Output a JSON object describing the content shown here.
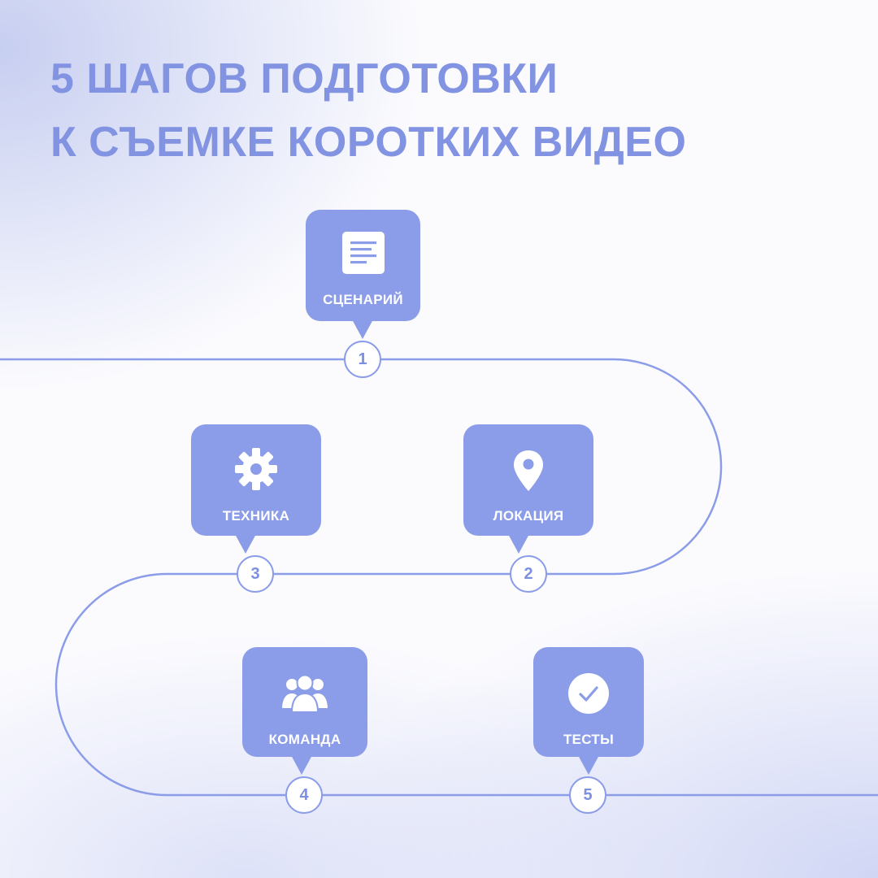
{
  "title": {
    "line1": "5 ШАГОВ ПОДГОТОВКИ",
    "line2": "К СЪЕМКЕ КОРОТКИХ ВИДЕО"
  },
  "colors": {
    "accent": "#8b9ce8",
    "title": "#8293e2",
    "path": "#8b9ce8",
    "background": "#fbfbfe"
  },
  "steps": [
    {
      "number": "1",
      "label": "СЦЕНАРИЙ",
      "icon": "document-icon"
    },
    {
      "number": "2",
      "label": "ЛОКАЦИЯ",
      "icon": "location-pin-icon"
    },
    {
      "number": "3",
      "label": "ТЕХНИКА",
      "icon": "gear-icon"
    },
    {
      "number": "4",
      "label": "КОМАНДА",
      "icon": "team-icon"
    },
    {
      "number": "5",
      "label": "ТЕСТЫ",
      "icon": "checkmark-circle-icon"
    }
  ]
}
